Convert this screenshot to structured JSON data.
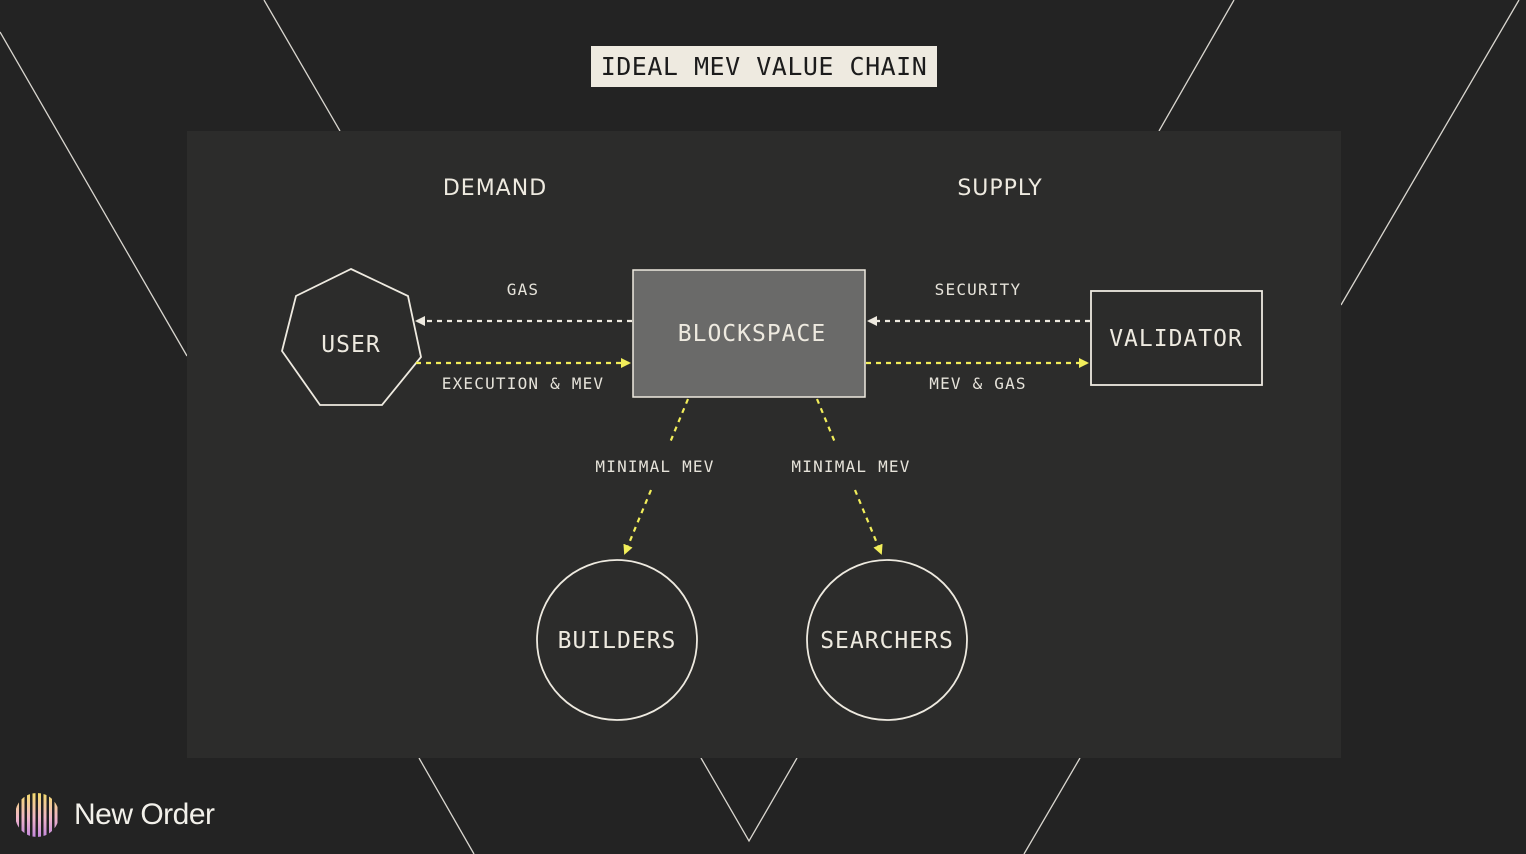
{
  "header": {
    "title": "IDEAL MEV VALUE CHAIN"
  },
  "sections": {
    "demand": "DEMAND",
    "supply": "SUPPLY"
  },
  "nodes": {
    "user": "USER",
    "blockspace": "BLOCKSPACE",
    "validator": "VALIDATOR",
    "builders": "BUILDERS",
    "searchers": "SEARCHERS"
  },
  "edges": {
    "gas": "GAS",
    "execution_mev": "EXECUTION & MEV",
    "security": "SECURITY",
    "mev_gas": "MEV & GAS",
    "minimal_mev_builders": "MINIMAL MEV",
    "minimal_mev_searchers": "MINIMAL MEV"
  },
  "colors": {
    "background": "#232323",
    "panel": "#2c2c2b",
    "blockspace_fill": "#6a6a69",
    "white_arrow": "#eeeae0",
    "yellow_arrow": "#f2ee5a"
  },
  "brand": {
    "name": "New Order",
    "logo_icon": "striped-circle-logo"
  }
}
